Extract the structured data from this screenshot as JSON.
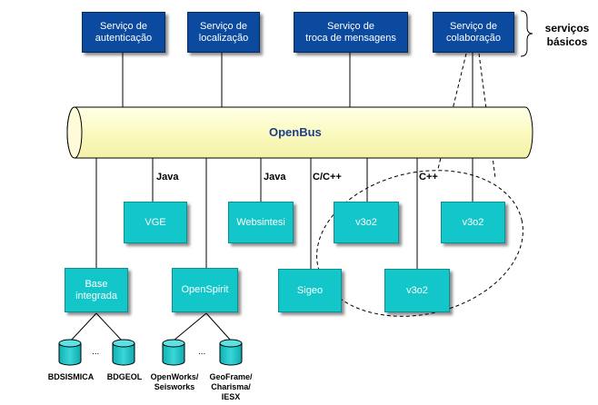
{
  "services": [
    {
      "line1": "Serviço de",
      "line2": "autenticação"
    },
    {
      "line1": "Serviço de",
      "line2": "localização"
    },
    {
      "line1": "Serviço de",
      "line2": "troca de mensagens"
    },
    {
      "line1": "Serviço de",
      "line2": "colaboração"
    }
  ],
  "basic_services_label": {
    "line1": "serviços",
    "line2": "básicos"
  },
  "bus": {
    "label": "OpenBus"
  },
  "languages": {
    "java_1": "Java",
    "java_2": "Java",
    "cpp_1": "C/C++",
    "cpp_2": "C++"
  },
  "apps": {
    "vge": "VGE",
    "websintesi": "Websintesi",
    "v3o2_a": "v3o2",
    "v3o2_b": "v3o2",
    "v3o2_c": "v3o2",
    "base_line1": "Base",
    "base_line2": "integrada",
    "openspirit": "OpenSpirit",
    "sigeo": "Sigeo"
  },
  "databases": {
    "bdsismica": "BDSISMICA",
    "bdgeol": "BDGEOL",
    "openworks_line1": "OpenWorks/",
    "openworks_line2": "Seisworks",
    "geoframe_line1": "GeoFrame/",
    "geoframe_line2": "Charisma/",
    "geoframe_line3": "IESX",
    "ellipsis": "..."
  },
  "colors": {
    "service_box": "#0b4a9e",
    "app_box": "#13c6c9",
    "bus_fill": "#fdfcc8",
    "bus_text": "#1a3e8c",
    "database_fill": "#13c6c9"
  }
}
